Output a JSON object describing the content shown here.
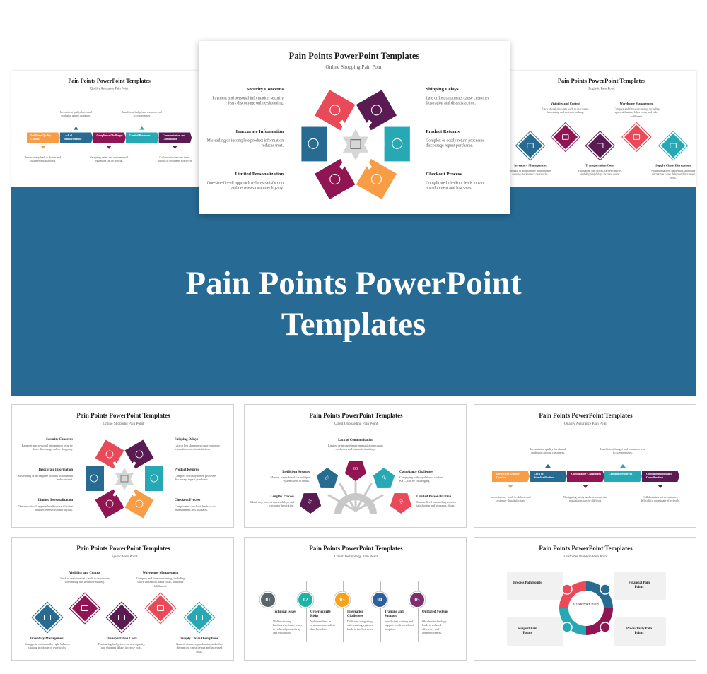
{
  "hero": {
    "title": "Pain Points PowerPoint Templates",
    "band_color": "#276a93"
  },
  "hero_slides": [
    "qa",
    "online",
    "logistic"
  ],
  "grid_slides": [
    "online",
    "onboarding",
    "qa",
    "logistic",
    "tech",
    "customer"
  ],
  "colors": {
    "red": "#e84a5a",
    "purple": "#5a1a52",
    "blue": "#276a92",
    "teal": "#27a9b5",
    "magenta": "#8f1553",
    "orange": "#f89d46"
  },
  "slides": {
    "online": {
      "title": "Pain Points PowerPoint Templates",
      "subtitle": "Online Shopping Pain Point",
      "items": [
        {
          "title": "Security Concerns",
          "desc": "Payment and personal information security fears discourage online shopping.",
          "icon": "alarm-icon"
        },
        {
          "title": "Inaccurate Information",
          "desc": "Misleading or incomplete product information reduces trust.",
          "icon": "document-icon"
        },
        {
          "title": "Limited Personalization",
          "desc": "One-size-fits-all approach reduces satisfaction and decreases customer loyalty.",
          "icon": "user-settings-icon"
        },
        {
          "title": "Shipping Delays",
          "desc": "Late or lost shipments cause customer frustration and dissatisfaction.",
          "icon": "delivery-truck-icon"
        },
        {
          "title": "Product Returns",
          "desc": "Complex or costly return processes discourage repeat purchases.",
          "icon": "return-box-icon"
        },
        {
          "title": "Checkout Process",
          "desc": "Complicated checkout leads to cart abandonment and lost sales.",
          "icon": "checklist-icon"
        }
      ]
    },
    "qa": {
      "title": "Pain Points PowerPoint Templates",
      "subtitle": "Quality Assurance Pain Point",
      "items": [
        {
          "title": "Inefficient Quality Control",
          "desc": "Inconsistency leads to defects and customer dissatisfaction."
        },
        {
          "title": "Lack of Standardization",
          "desc": "Inconsistent quality levels and confusion among customers."
        },
        {
          "title": "Compliance Challenges",
          "desc": "Navigating safety and environmental regulations can be difficult."
        },
        {
          "title": "Limited Resources",
          "desc": "Insufficient budget and resources lead to compromises."
        },
        {
          "title": "Communication and Coordination",
          "desc": "Collaboration between teams, difficult to coordinate effectively."
        }
      ]
    },
    "logistic": {
      "title": "Pain Points PowerPoint Templates",
      "subtitle": "Logistic Pain Point",
      "items": [
        {
          "title": "Inventory Management",
          "desc": "Struggle to maintain the right balance, causing stockouts or overstocks."
        },
        {
          "title": "Visibility and Control",
          "desc": "Lack of real-time data leads to inaccurate forecasting and decision-making."
        },
        {
          "title": "Transportation Costs",
          "desc": "Fluctuating fuel prices, carrier capacity, and shipping delays increase costs."
        },
        {
          "title": "Warehouse Management",
          "desc": "Complex and time-consuming, including space utilization, labor costs, and order fulfillment."
        },
        {
          "title": "Supply Chain Disruptions",
          "desc": "Natural disasters, pandemics, and other disruptions cause delays and increased costs."
        }
      ]
    },
    "onboarding": {
      "title": "Pain Points PowerPoint Templates",
      "subtitle": "Client Onboarding Pain Point",
      "items": [
        {
          "num": "01",
          "title": "Lengthy Process",
          "desc": "Multi-step process causes delays and customer frustration."
        },
        {
          "num": "02",
          "title": "Inefficient Systems",
          "desc": "Manual, paper-based, or multiple systems lead to errors."
        },
        {
          "num": "03",
          "title": "Lack of Communication",
          "desc": "Limited or inconsistent communication causes confusion and misunderstandings."
        },
        {
          "num": "04",
          "title": "Compliance Challenges",
          "desc": "Complying with regulations, such as KYC, can be challenging."
        },
        {
          "num": "05",
          "title": "Limited Personalization",
          "desc": "Standardized onboarding reduces satisfaction and increases churn."
        }
      ]
    },
    "tech": {
      "title": "Pain Points PowerPoint Templates",
      "subtitle": "Client Technology Pain Point",
      "items": [
        {
          "num": "01",
          "title": "Technical Issues",
          "desc": "Malfunctioning hardware/software leads to reduced productivity and frustration.",
          "color": "#59656a"
        },
        {
          "num": "02",
          "title": "Cybersecurity Risks",
          "desc": "Vulnerabilities in systems can result in data breaches.",
          "color": "#1db3a6"
        },
        {
          "num": "03",
          "title": "Integration Challenges",
          "desc": "Difficulty integrating with existing systems leads to inefficiencies.",
          "color": "#f7a21b"
        },
        {
          "num": "04",
          "title": "Training and Support",
          "desc": "Insufficient training and support result in reduced adoption.",
          "color": "#2d5f9e"
        },
        {
          "num": "05",
          "title": "Outdated Systems",
          "desc": "Obsolete technology leads to reduced efficiency and competitiveness.",
          "color": "#7d2e6e"
        }
      ]
    },
    "customer": {
      "title": "Pain Points PowerPoint Templates",
      "subtitle": "Customer Problem Pain Point",
      "center": "Customer Pain",
      "items": [
        {
          "title": "Process Pain Points"
        },
        {
          "title": "Financial Pain Points"
        },
        {
          "title": "Support Pain Points"
        },
        {
          "title": "Productivity Pain Points"
        }
      ]
    }
  }
}
